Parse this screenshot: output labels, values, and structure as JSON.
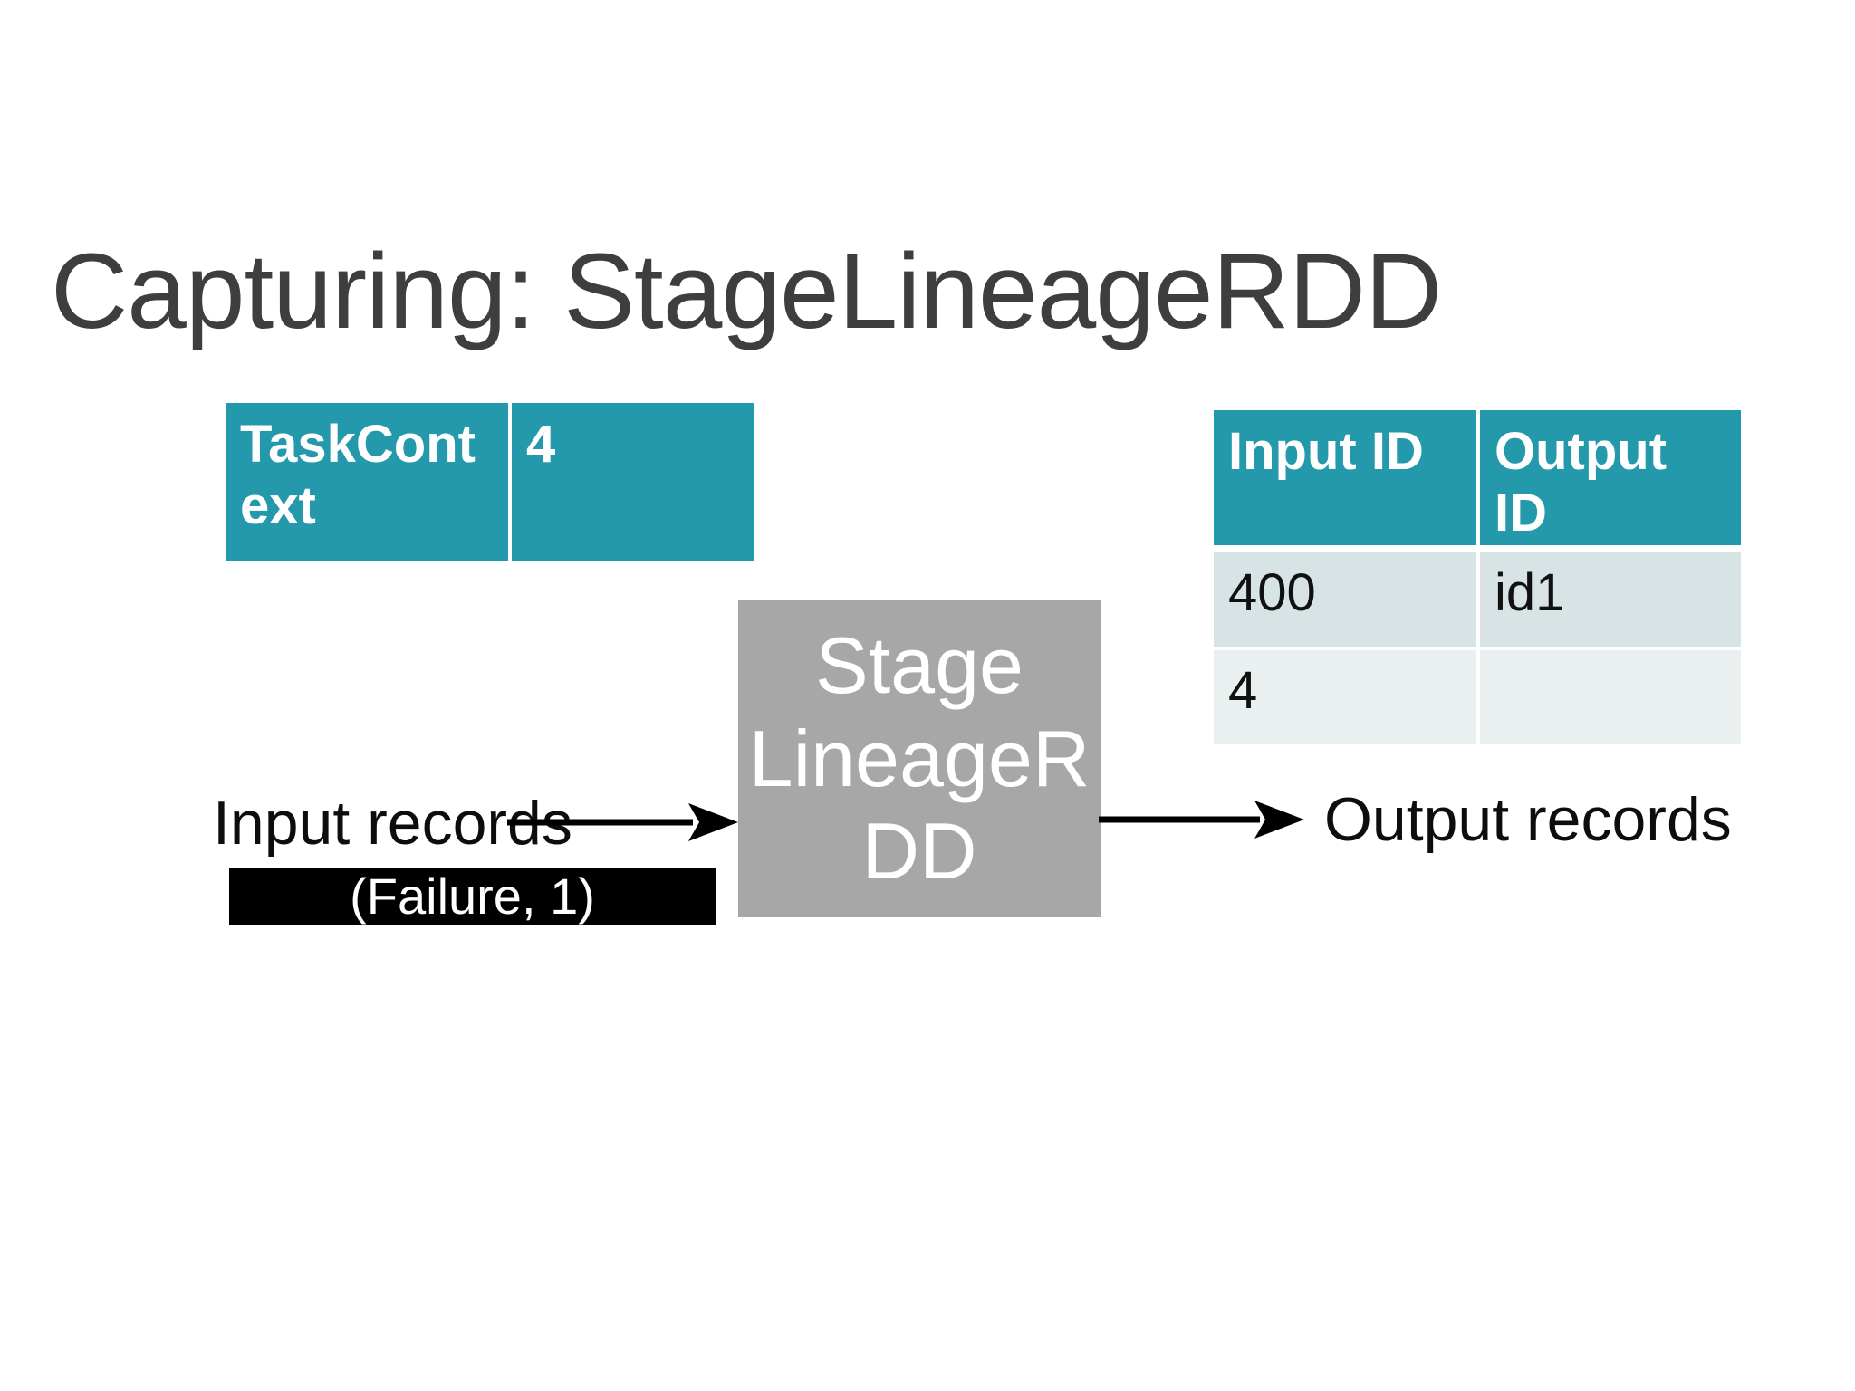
{
  "slide": {
    "title": "Capturing: StageLineageRDD"
  },
  "theme": {
    "teal": "#2499ab",
    "band1": "#d7e3e4",
    "band2": "#e9f0ef",
    "gray_box": "#a7a7a7",
    "title_color": "#3e3e3e",
    "arrow_color": "#000000",
    "badge_bg": "#000000",
    "badge_text_color": "#ffffff"
  },
  "taskcontext_table": {
    "key_label": "TaskCont\next",
    "value": "4"
  },
  "lineage_table": {
    "headers": [
      "Input ID",
      "Output ID"
    ],
    "rows": [
      [
        "400",
        "id1"
      ],
      [
        "4",
        ""
      ]
    ]
  },
  "stage_box": {
    "label": "Stage\nLineageR\nDD"
  },
  "flow": {
    "input_label": "Input records",
    "failure_badge": "(Failure, 1)",
    "output_label": "Output records"
  }
}
